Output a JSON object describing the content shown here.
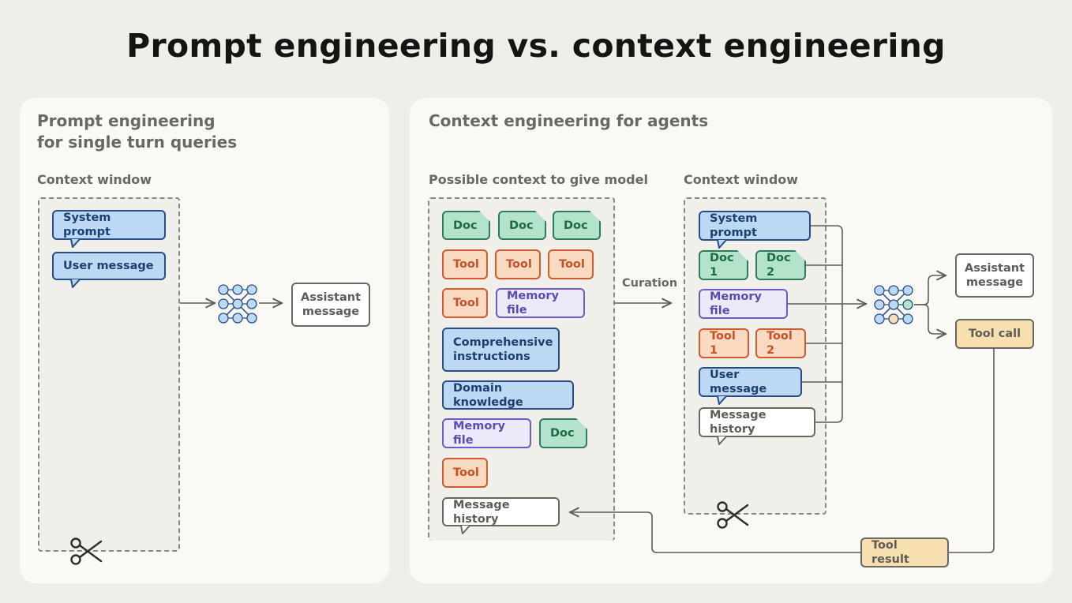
{
  "title": "Prompt engineering vs. context engineering",
  "left_panel": {
    "title_line1": "Prompt engineering",
    "title_line2": "for single turn queries",
    "context_window_label": "Context window",
    "system_prompt": "System prompt",
    "user_message": "User message",
    "assistant_message_line1": "Assistant",
    "assistant_message_line2": "message"
  },
  "right_panel": {
    "title": "Context engineering for agents",
    "possible_context_label": "Possible context to give model",
    "context_window_label": "Context window",
    "curation_label": "Curation",
    "possible": {
      "doc": "Doc",
      "tool": "Tool",
      "memory_file": "Memory file",
      "comprehensive_line1": "Comprehensive",
      "comprehensive_line2": "instructions",
      "domain_knowledge": "Domain knowledge",
      "message_history": "Message history"
    },
    "window": {
      "system_prompt": "System prompt",
      "doc1": "Doc 1",
      "doc2": "Doc 2",
      "memory_file": "Memory file",
      "tool1": "Tool 1",
      "tool2": "Tool 2",
      "user_message": "User message",
      "message_history": "Message history"
    },
    "assistant_message_line1": "Assistant",
    "assistant_message_line2": "message",
    "tool_call": "Tool call",
    "tool_result": "Tool result"
  },
  "colors": {
    "blue_fill": "#bdd8f3",
    "green_fill": "#b4e3cc",
    "orange_fill": "#fadac0",
    "purple_fill": "#ece9fa",
    "tan_fill": "#f7dfaf",
    "node_fill": "#bdd8f3"
  },
  "icons": [
    "scissors-icon",
    "neural-network-icon",
    "arrow-icon"
  ]
}
